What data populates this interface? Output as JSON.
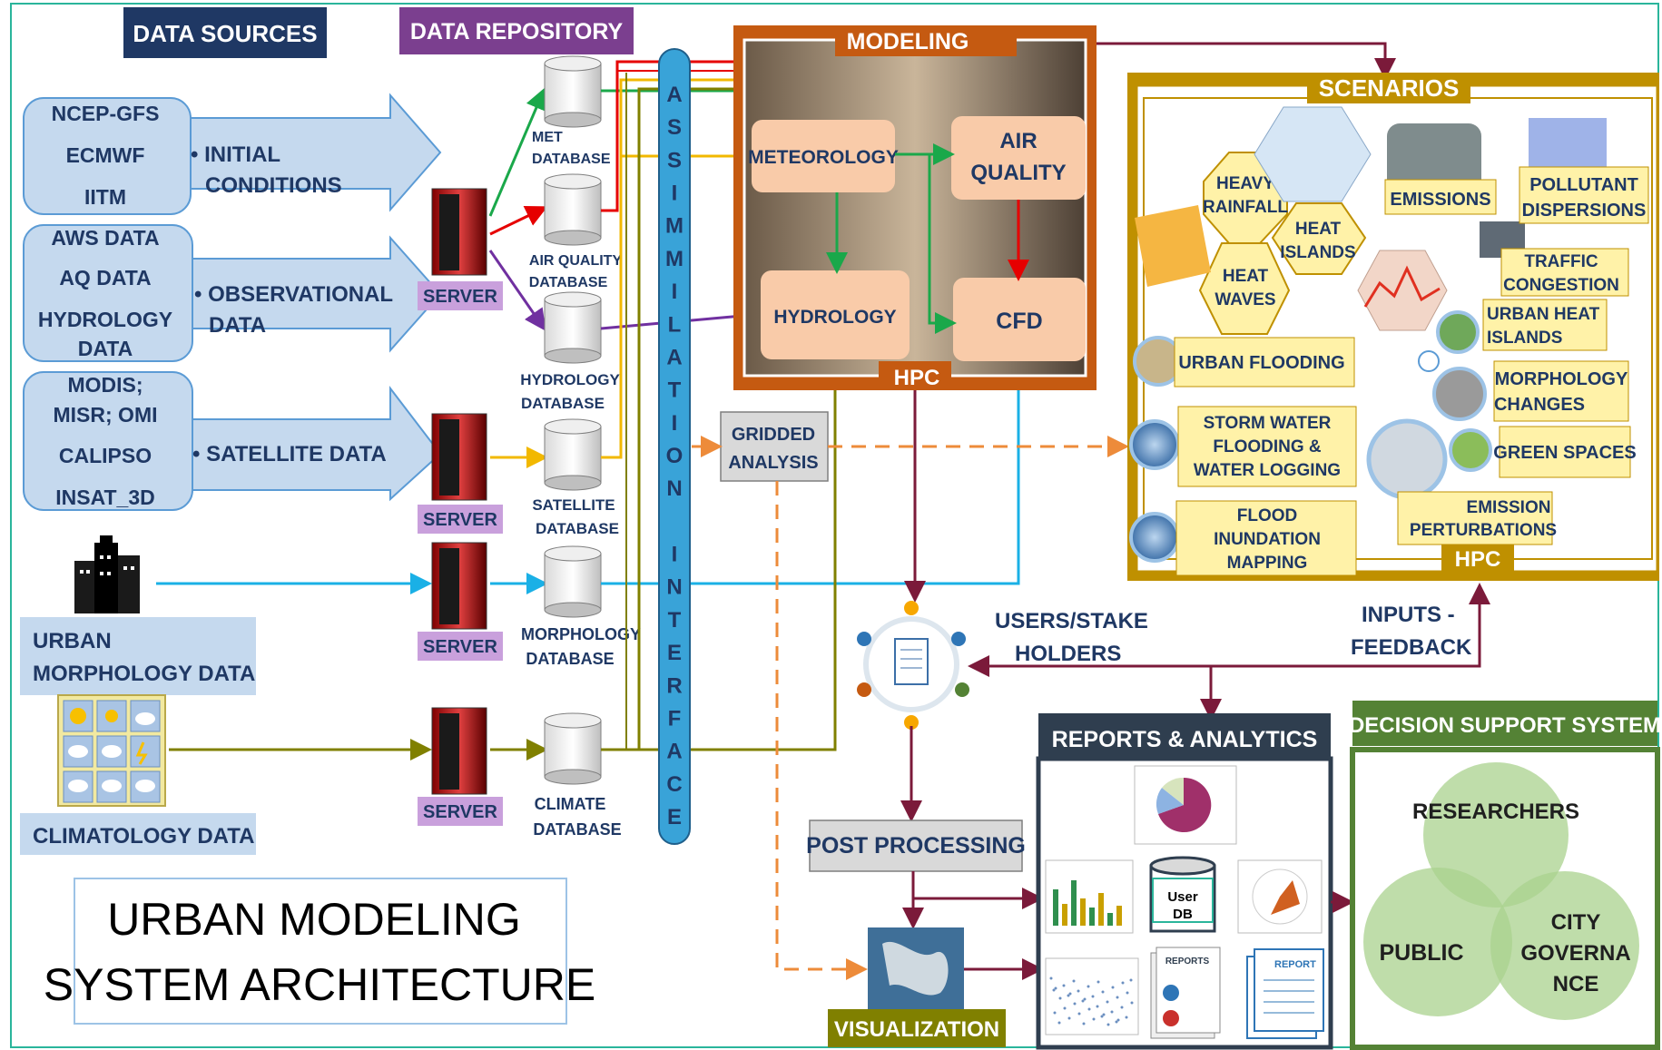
{
  "headers": {
    "data_sources": "DATA SOURCES",
    "data_repository": "DATA REPOSITORY",
    "modeling": "MODELING",
    "scenarios": "SCENARIOS",
    "hpc": "HPC",
    "reports_analytics": "REPORTS & ANALYTICS",
    "decision_support": "DECISION SUPPORT SYSTEM"
  },
  "sources": {
    "initial": [
      "NCEP-GFS",
      "ECMWF",
      "IITM"
    ],
    "initial_label": [
      "• INITIAL",
      "CONDITIONS"
    ],
    "obs": [
      "AWS DATA",
      "AQ DATA",
      "HYDROLOGY",
      "DATA"
    ],
    "obs_label": [
      "• OBSERVATIONAL",
      "DATA"
    ],
    "sat": [
      "MODIS;",
      "MISR; OMI",
      "CALIPSO",
      "INSAT_3D"
    ],
    "sat_label": "• SATELLITE DATA",
    "urban": [
      "URBAN",
      "MORPHOLOGY DATA"
    ],
    "climatology": "CLIMATOLOGY DATA"
  },
  "servers": [
    "SERVER",
    "SERVER",
    "SERVER",
    "SERVER"
  ],
  "databases": {
    "met": [
      "MET",
      "DATABASE"
    ],
    "aq": [
      "AIR QUALITY",
      "DATABASE"
    ],
    "hydro": [
      "HYDROLOGY",
      "DATABASE"
    ],
    "sat": [
      "SATELLITE",
      "DATABASE"
    ],
    "morph": [
      "MORPHOLOGY",
      "DATABASE"
    ],
    "climate": [
      "CLIMATE",
      "DATABASE"
    ]
  },
  "assimilation": [
    "A",
    "S",
    "S",
    "I",
    "M",
    "M",
    "I",
    "L",
    "A",
    "T",
    "I",
    "O",
    "N",
    "",
    "I",
    "N",
    "T",
    "E",
    "R",
    "F",
    "A",
    "C",
    "E"
  ],
  "gridded": [
    "GRIDDED",
    "ANALYSIS"
  ],
  "models": {
    "meteorology": "METEOROLOGY",
    "air_quality": [
      "AIR",
      "QUALITY"
    ],
    "hydrology": "HYDROLOGY",
    "cfd": "CFD"
  },
  "scenarios": {
    "heavy_rainfall": [
      "HEAVY",
      "RAINFALL"
    ],
    "heat_islands": [
      "HEAT",
      "ISLANDS"
    ],
    "heat_waves": [
      "HEAT",
      "WAVES"
    ],
    "emissions": "EMISSIONS",
    "pollutant": [
      "POLLUTANT",
      "DISPERSIONS"
    ],
    "traffic": [
      "TRAFFIC",
      "CONGESTION"
    ],
    "urban_heat": [
      "URBAN HEAT",
      "ISLANDS"
    ],
    "morphology": [
      "MORPHOLOGY",
      "CHANGES"
    ],
    "green": "GREEN SPACES",
    "emission_pert": [
      "EMISSION",
      "PERTURBATIONS"
    ],
    "urban_flooding": "URBAN FLOODING",
    "storm": [
      "STORM WATER",
      "FLOODING  &",
      "WATER LOGGING"
    ],
    "flood": [
      "FLOOD",
      "INUNDATION",
      "MAPPING"
    ]
  },
  "users": [
    "USERS/STAKE",
    "HOLDERS"
  ],
  "inputs": [
    "INPUTS -",
    "FEEDBACK"
  ],
  "post_processing": "POST PROCESSING",
  "visualization": "VISUALIZATION",
  "user_db": [
    "User",
    "DB"
  ],
  "report_label": "REPORT",
  "reports_icon": "REPORTS",
  "dss": {
    "researchers": "RESEARCHERS",
    "public": "PUBLIC",
    "city": [
      "CITY",
      "GOVERNA",
      "NCE"
    ]
  },
  "title": [
    "URBAN MODELING",
    "SYSTEM ARCHITECTURE"
  ],
  "icons": [
    "server-icon",
    "database-icon",
    "building-icon",
    "weather-grid-icon",
    "document-icon",
    "pie-chart-icon"
  ],
  "colors": {
    "navy": "#1f3864",
    "purple": "#7b3f8f",
    "orange": "#c55a11",
    "peach": "#f9cba9",
    "gold": "#bf9000",
    "yellowbox": "#fff2a8",
    "arrow_bg": "#c5d9ee",
    "assim": "#39a3d8",
    "red": "#e60000",
    "green": "#1aa84a",
    "yellow": "#f2b800",
    "violet": "#7030a0",
    "olive": "#808000",
    "cyan": "#1ab0e6",
    "maroon": "#7b1a3a",
    "dss_green": "#548235"
  }
}
